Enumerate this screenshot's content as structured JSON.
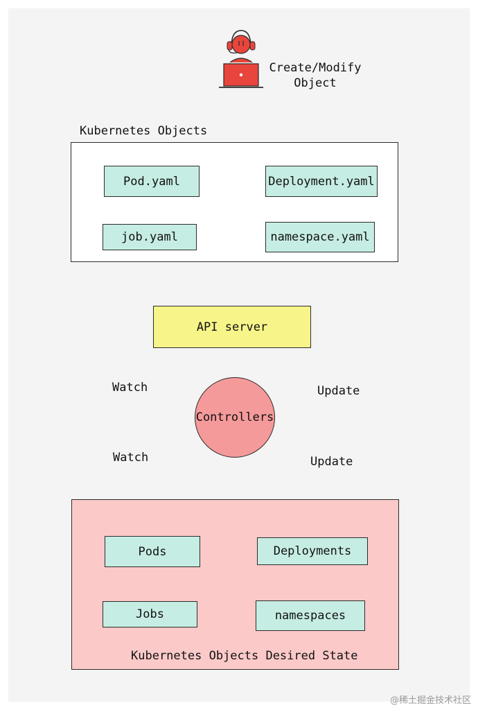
{
  "actor": {
    "label_line1": "Create/Modify",
    "label_line2": "Object"
  },
  "k8s_objects": {
    "title": "Kubernetes Objects",
    "items": [
      "Pod.yaml",
      "Deployment.yaml",
      "job.yaml",
      "namespace.yaml"
    ]
  },
  "api_server": {
    "label": "API server"
  },
  "controllers": {
    "label": "Controllers"
  },
  "edges": {
    "watch_top": "Watch",
    "update_top": "Update",
    "watch_bottom": "Watch",
    "update_bottom": "Update"
  },
  "desired_state": {
    "title": "Kubernetes Objects Desired State",
    "items": [
      "Pods",
      "Deployments",
      "Jobs",
      "namespaces"
    ]
  },
  "watermark": "@稀土掘金技术社区",
  "colors": {
    "teal_box": "#c6ede3",
    "api_server_fill": "#f7f58a",
    "controllers_fill": "#f59a9a",
    "desired_state_fill": "#fcc9c9",
    "actor_red": "#e8453c"
  },
  "icons": {
    "actor": "person-with-headset-at-laptop-icon"
  }
}
